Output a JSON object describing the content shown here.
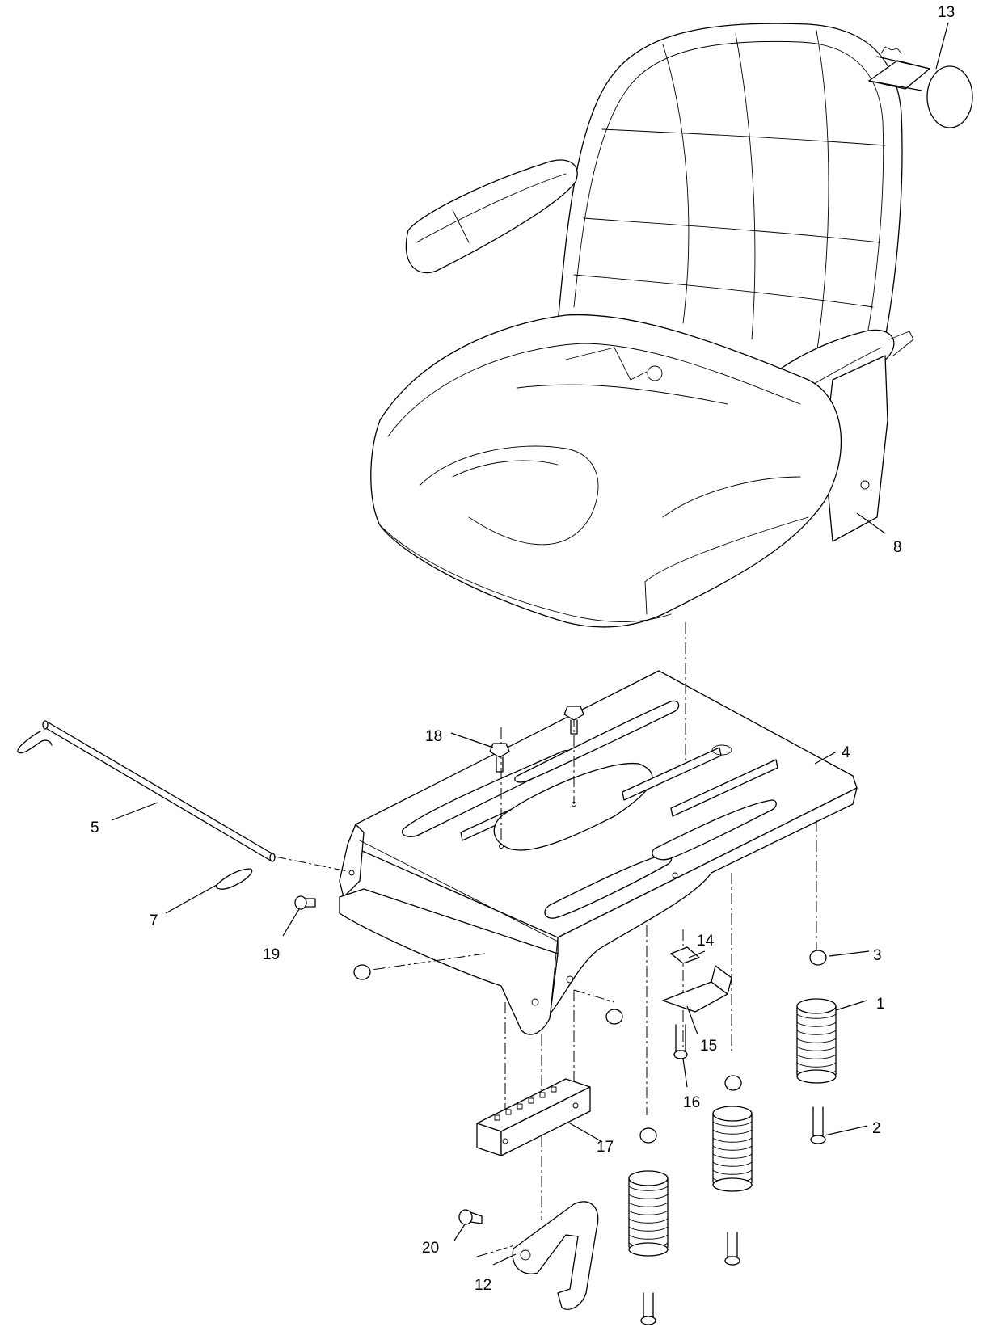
{
  "callouts": {
    "c1": "1",
    "c2": "2",
    "c3": "3",
    "c4": "4",
    "c5": "5",
    "c7": "7",
    "c8": "8",
    "c12": "12",
    "c13": "13",
    "c14": "14",
    "c15": "15",
    "c16": "16",
    "c17": "17",
    "c18": "18",
    "c19": "19",
    "c20": "20"
  }
}
